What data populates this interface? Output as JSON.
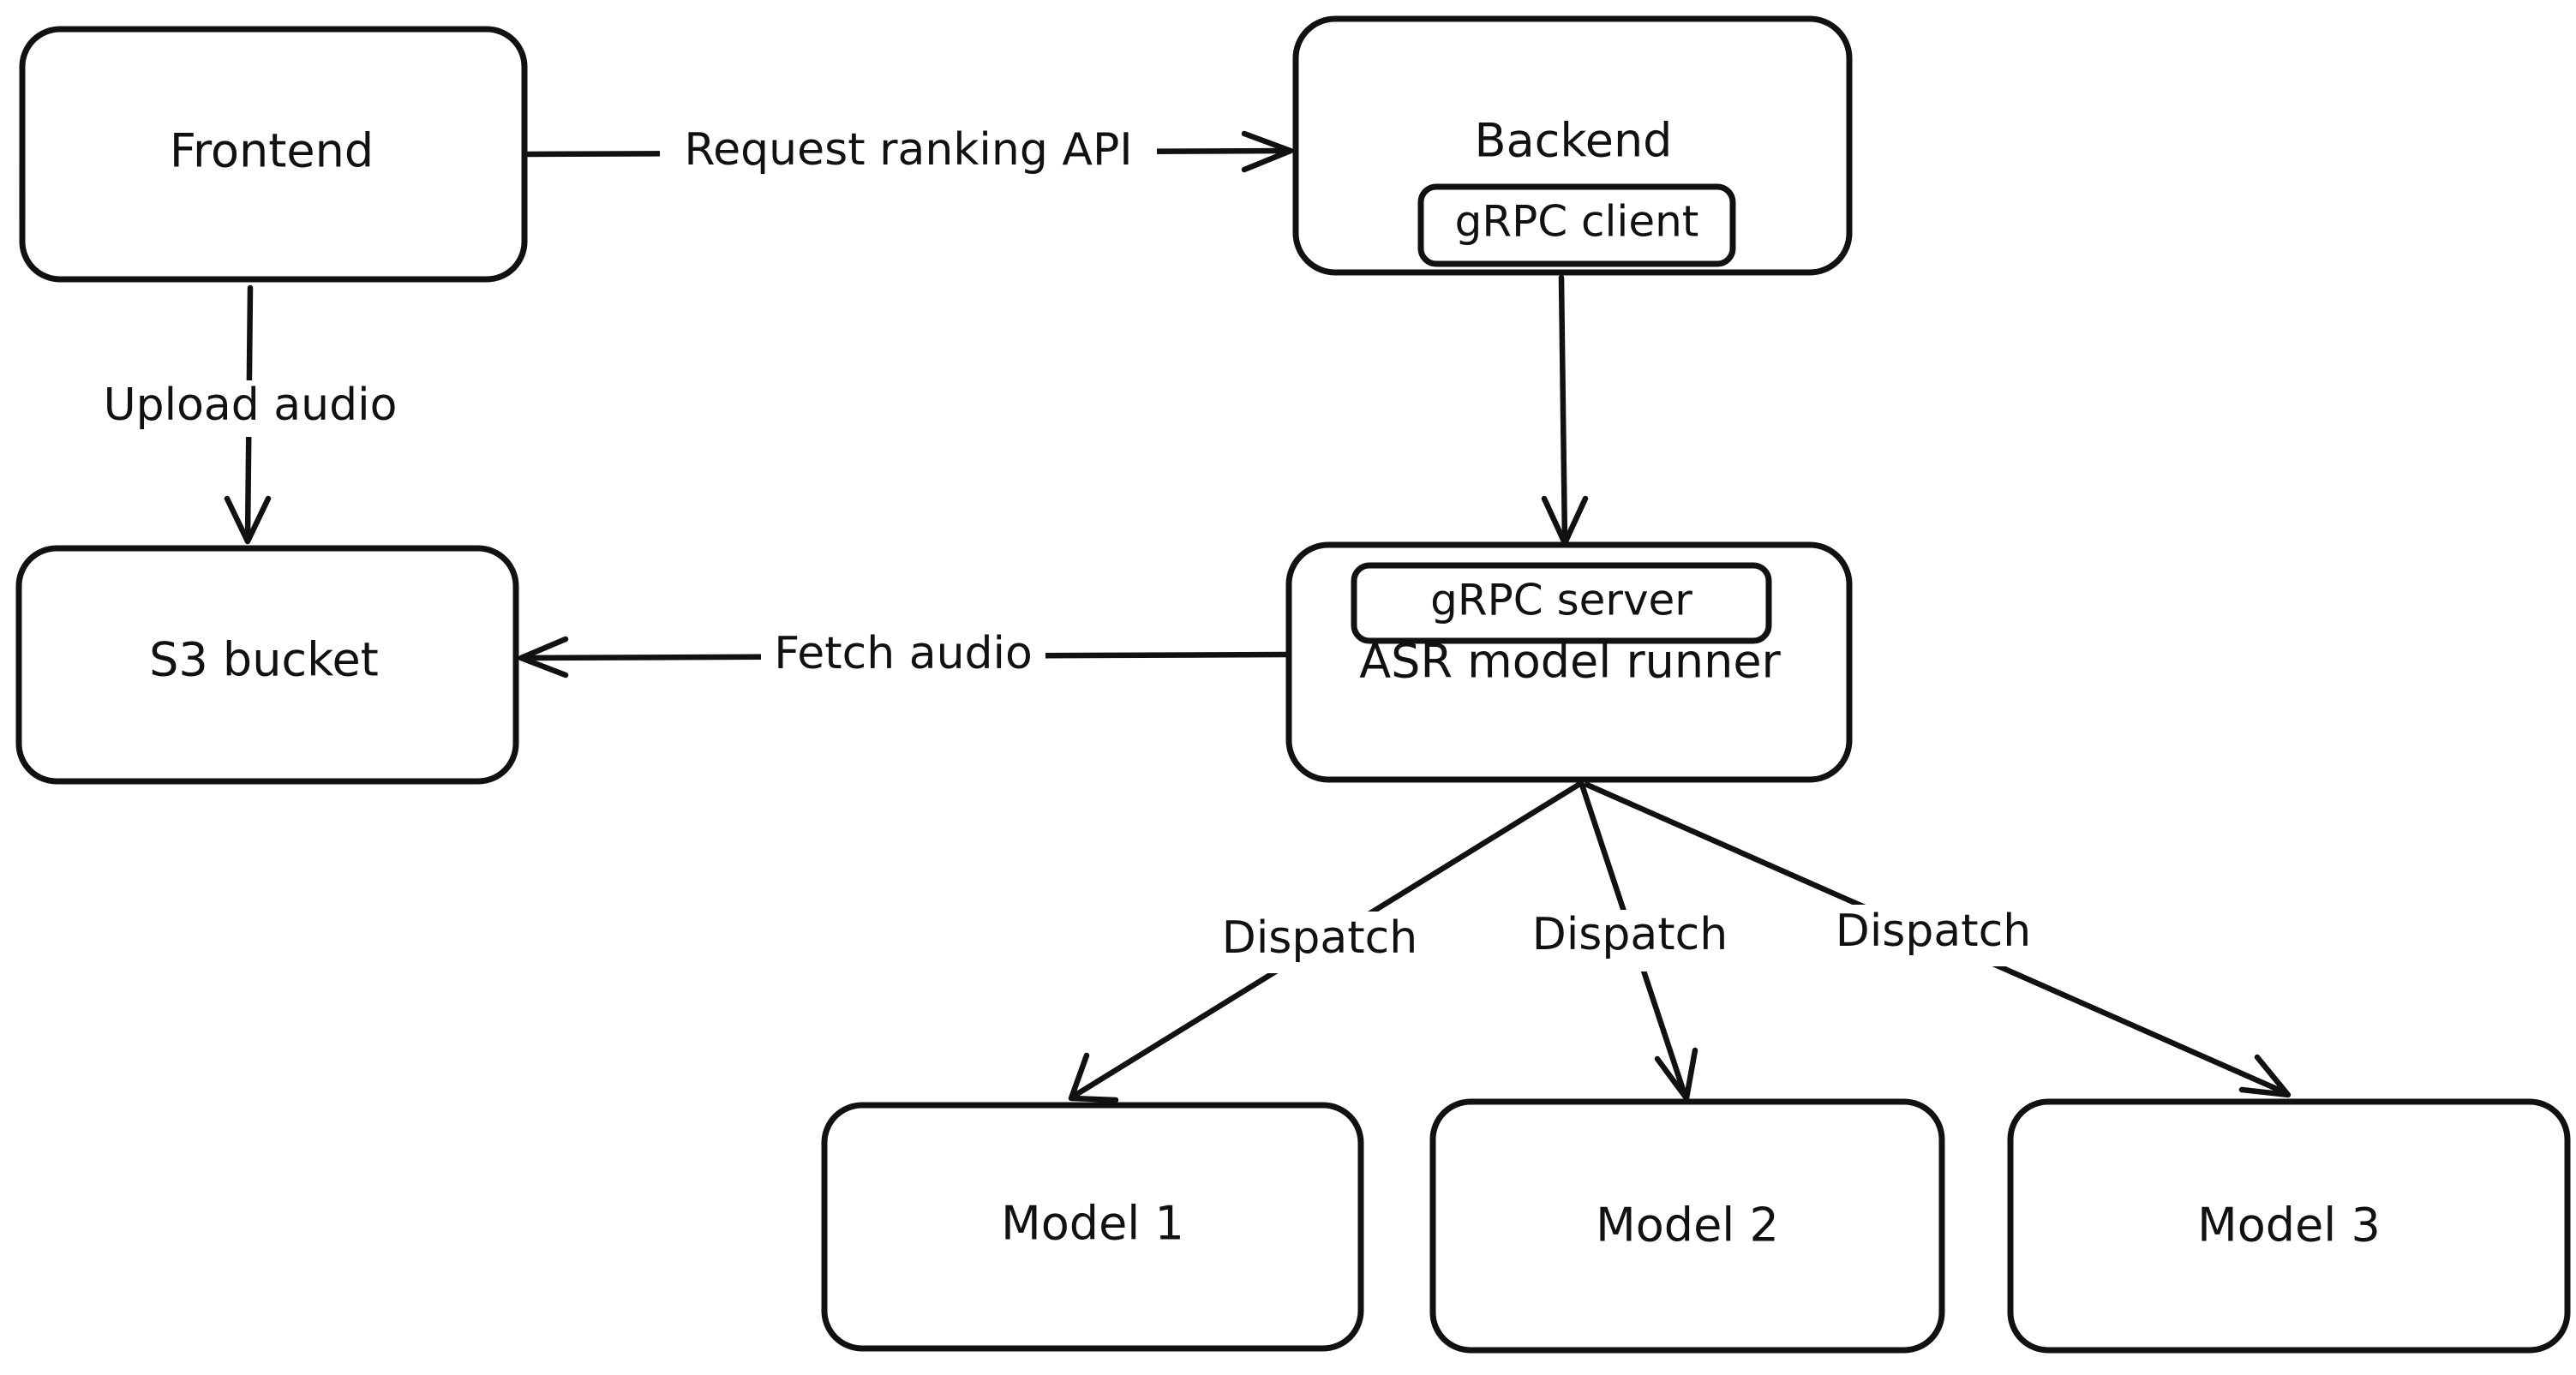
{
  "colors": {
    "stroke": "#111111",
    "background": "#ffffff"
  },
  "nodes": {
    "frontend": {
      "label": "Frontend"
    },
    "backend": {
      "label": "Backend",
      "inner_label": "gRPC client"
    },
    "s3_bucket": {
      "label": "S3 bucket"
    },
    "asr_runner": {
      "label": "ASR model runner",
      "inner_label": "gRPC server"
    },
    "model_1": {
      "label": "Model 1"
    },
    "model_2": {
      "label": "Model 2"
    },
    "model_3": {
      "label": "Model 3"
    }
  },
  "edges": {
    "frontend_to_backend": {
      "label": "Request ranking API"
    },
    "frontend_to_s3": {
      "label": "Upload audio"
    },
    "backend_to_runner": {
      "label": ""
    },
    "runner_to_s3": {
      "label": "Fetch audio"
    },
    "runner_to_model_1": {
      "label": "Dispatch"
    },
    "runner_to_model_2": {
      "label": "Dispatch"
    },
    "runner_to_model_3": {
      "label": "Dispatch"
    }
  }
}
